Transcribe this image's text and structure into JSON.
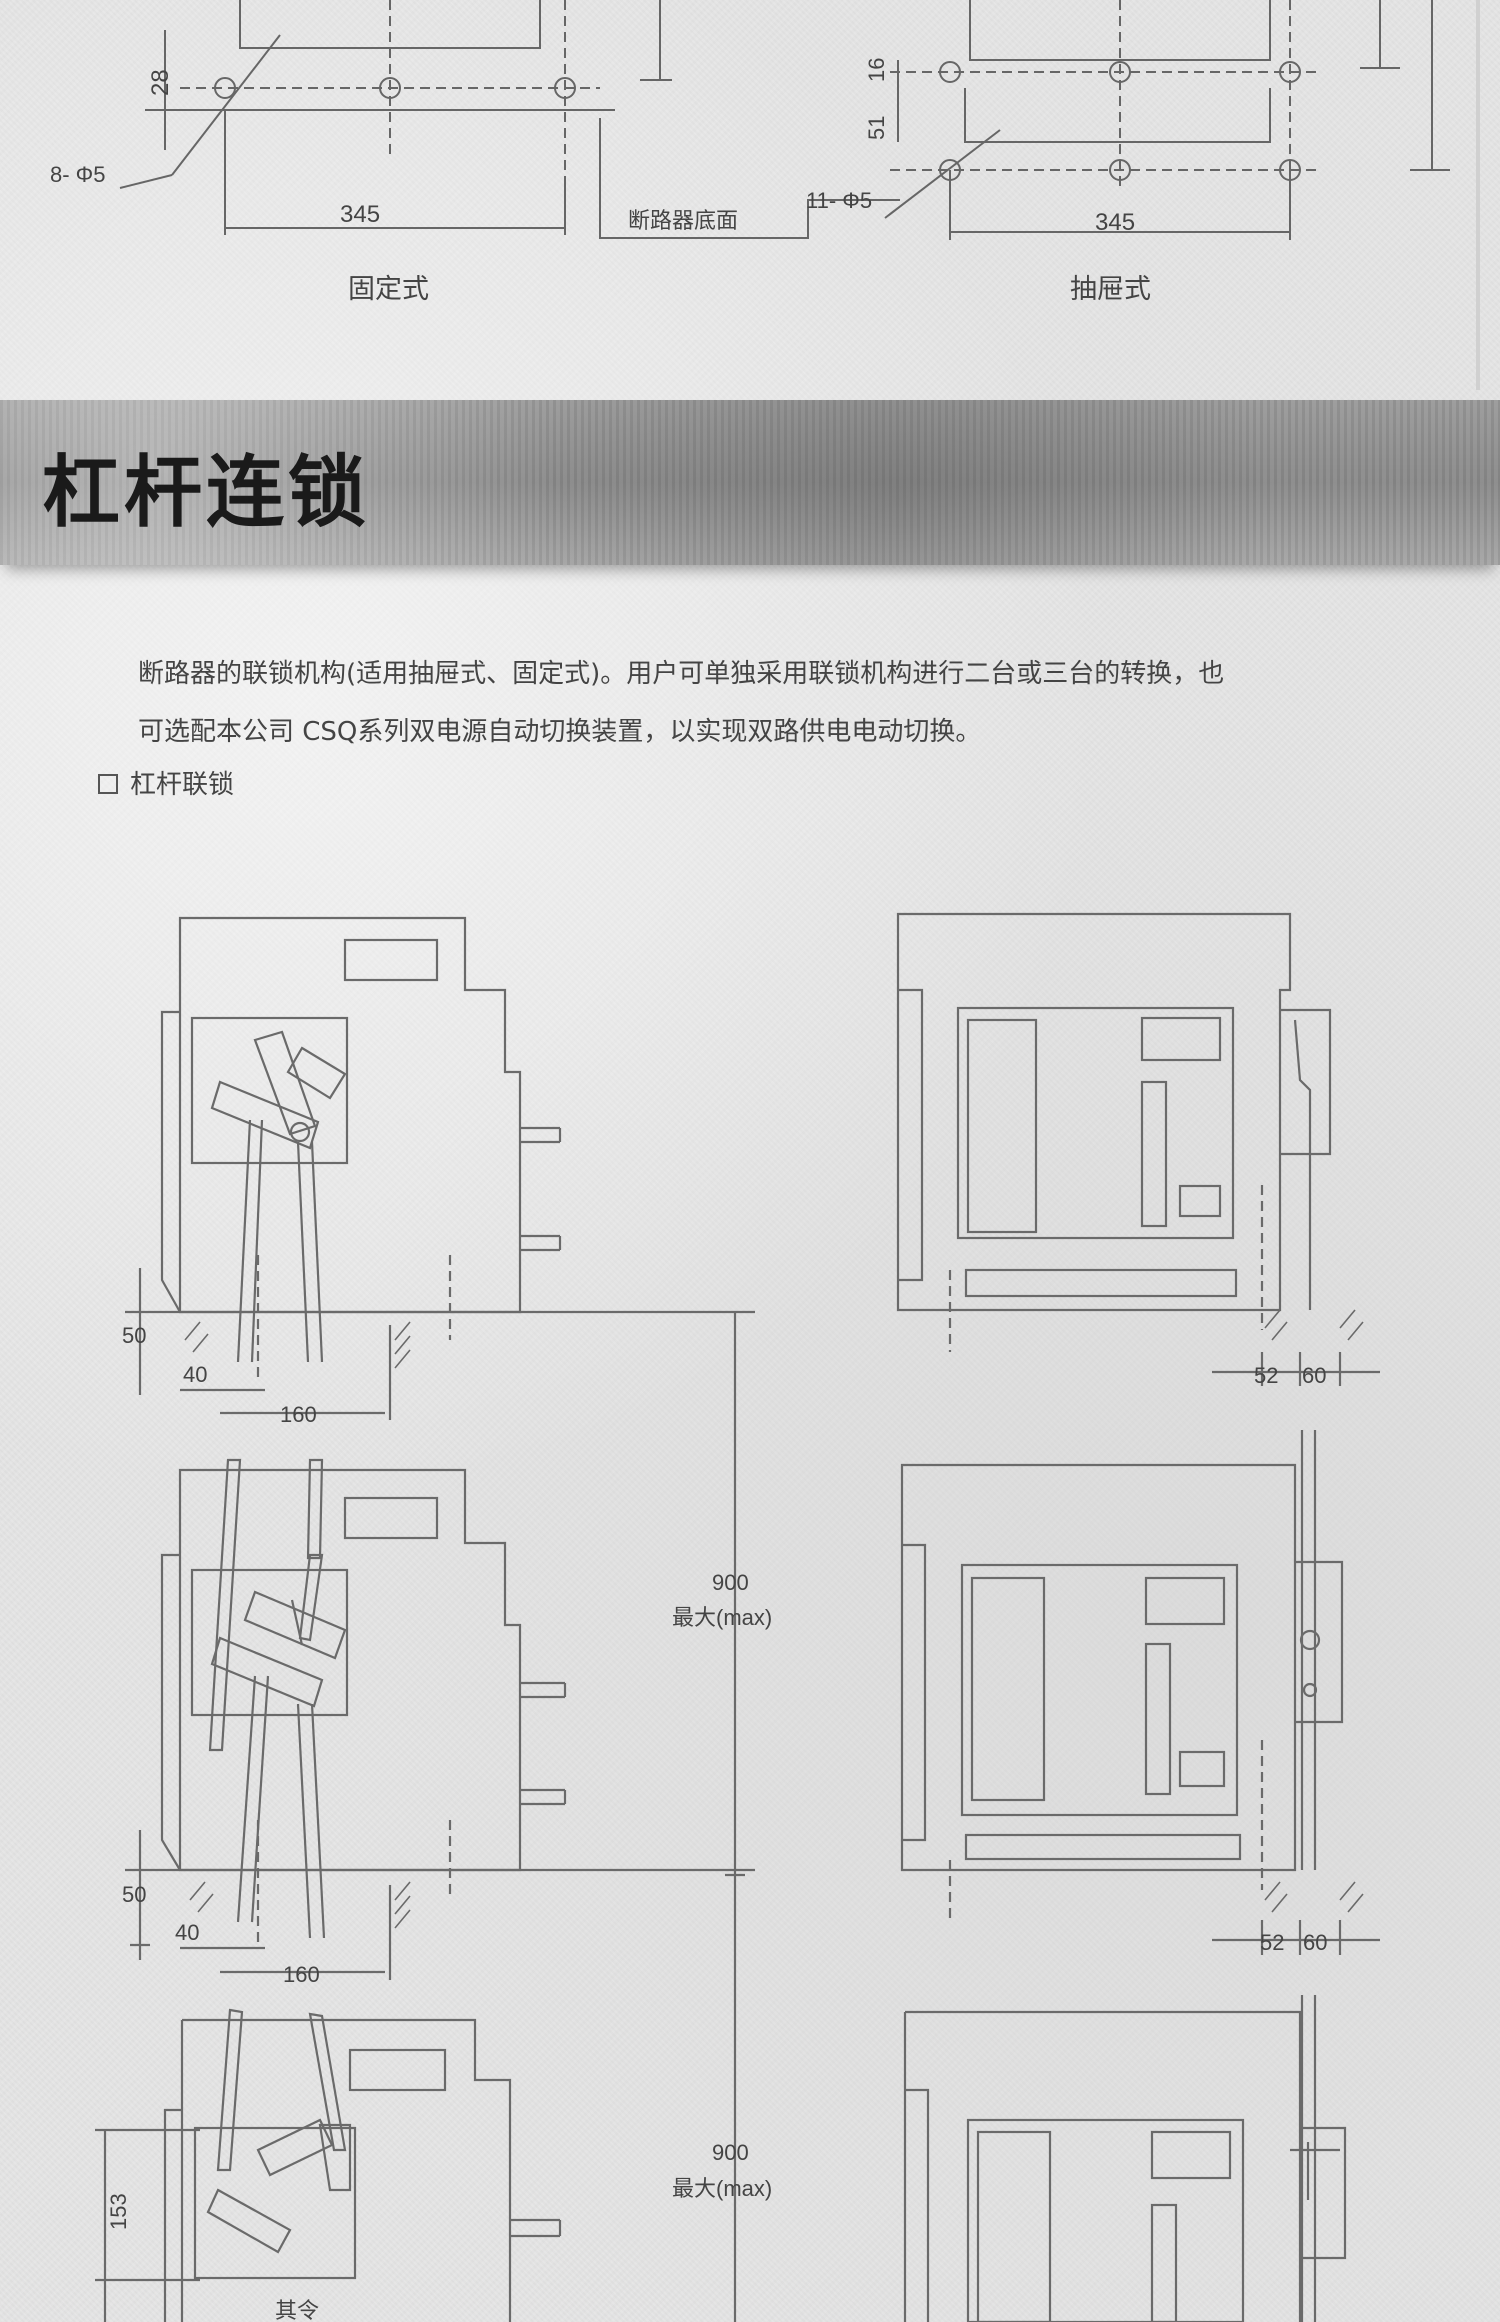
{
  "top_panel": {
    "fixed": {
      "caption": "固定式",
      "dim_height": "28",
      "dim_width": "345",
      "holes": "8- Φ5"
    },
    "drawout": {
      "caption": "抽屉式",
      "dim_16": "16",
      "dim_51": "51",
      "dim_width": "345",
      "holes": "11- Φ5",
      "bottom_label": "断路器底面"
    }
  },
  "section": {
    "title": "杠杆连锁",
    "intro_line1": "断路器的联锁机构(适用抽屉式、固定式)。用户可单独采用联锁机构进行二台或三台的转换，也",
    "intro_line2": "可选配本公司 CSQ系列双电源自动切换装置，以实现双路供电电动切换。",
    "bullet": "杠杆联锁"
  },
  "drawing": {
    "row1": {
      "d50": "50",
      "d40": "40",
      "d160": "160",
      "d52": "52",
      "d60": "60"
    },
    "row2": {
      "d50": "50",
      "d40": "40",
      "d160": "160",
      "d52": "52",
      "d60": "60"
    },
    "span1": {
      "value": "900",
      "note": "最大(max)"
    },
    "span2": {
      "value": "900",
      "note": "最大(max)"
    },
    "row3": {
      "d153": "153",
      "partial": "其令"
    }
  }
}
